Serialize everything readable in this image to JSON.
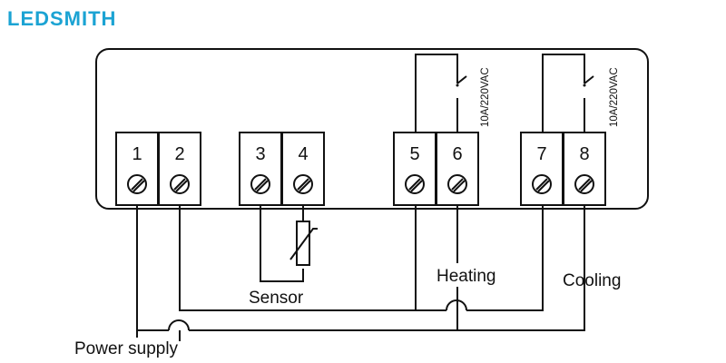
{
  "brand": {
    "logo_text": "LEDSMITH",
    "color": "#1ba3d3"
  },
  "terminals": [
    "1",
    "2",
    "3",
    "4",
    "5",
    "6",
    "7",
    "8"
  ],
  "relays": [
    {
      "rating": "10A/220VAC"
    },
    {
      "rating": "10A/220VAC"
    }
  ],
  "labels": {
    "sensor": "Sensor",
    "heating": "Heating",
    "cooling": "Cooling",
    "power_supply": "Power supply"
  },
  "colors": {
    "line": "#111111",
    "brand": "#1ba3d3"
  }
}
